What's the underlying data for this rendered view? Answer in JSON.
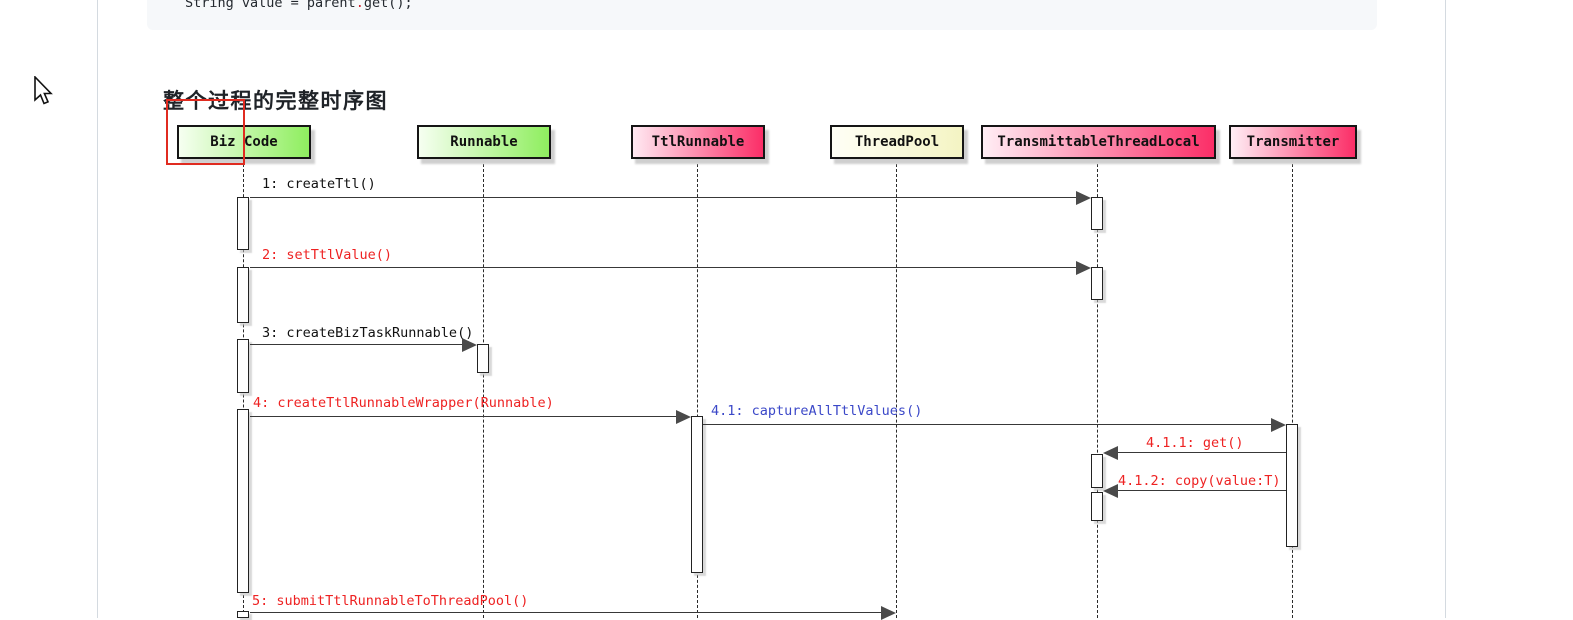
{
  "page": {
    "code_block": {
      "prefix": "String value = parent",
      "dot": ".",
      "suffix": "get();"
    },
    "heading": "整个过程的完整时序图"
  },
  "diagram": {
    "type": "uml-sequence",
    "participants": [
      {
        "name": "Biz Code",
        "fill_from": "#f6fff1",
        "fill_to": "#8fee5f"
      },
      {
        "name": "Runnable",
        "fill_from": "#f6fff1",
        "fill_to": "#8fee5f"
      },
      {
        "name": "TtlRunnable",
        "fill_from": "#ffe9f2",
        "fill_to": "#fb2e67"
      },
      {
        "name": "ThreadPool",
        "fill_from": "#fffff6",
        "fill_to": "#f4f4c3"
      },
      {
        "name": "TransmittableThreadLocal",
        "fill_from": "#ffeef5",
        "fill_to": "#fb2e67"
      },
      {
        "name": "Transmitter",
        "fill_from": "#ffeef5",
        "fill_to": "#fb2e67"
      }
    ],
    "messages": [
      {
        "label": "1: createTtl()",
        "from": "Biz Code",
        "to": "TransmittableThreadLocal",
        "color": "#111111"
      },
      {
        "label": "2: setTtlValue()",
        "from": "Biz Code",
        "to": "TransmittableThreadLocal",
        "color": "#ee2222"
      },
      {
        "label": "3: createBizTaskRunnable()",
        "from": "Biz Code",
        "to": "Runnable",
        "color": "#111111"
      },
      {
        "label": "4: createTtlRunnableWrapper(Runnable)",
        "from": "Biz Code",
        "to": "TtlRunnable",
        "color": "#ee2222"
      },
      {
        "label": "4.1: captureAllTtlValues()",
        "from": "TtlRunnable",
        "to": "Transmitter",
        "color": "#3b48c8"
      },
      {
        "label": "4.1.1: get()",
        "from": "Transmitter",
        "to": "TransmittableThreadLocal",
        "color": "#ee2222"
      },
      {
        "label": "4.1.2: copy(value:T)",
        "from": "Transmitter",
        "to": "TransmittableThreadLocal",
        "color": "#ee2222"
      },
      {
        "label": "5: submitTtlRunnableToThreadPool()",
        "from": "Biz Code",
        "to": "ThreadPool",
        "color": "#ee2222"
      }
    ],
    "annotation_box_color": "#e02b20"
  }
}
